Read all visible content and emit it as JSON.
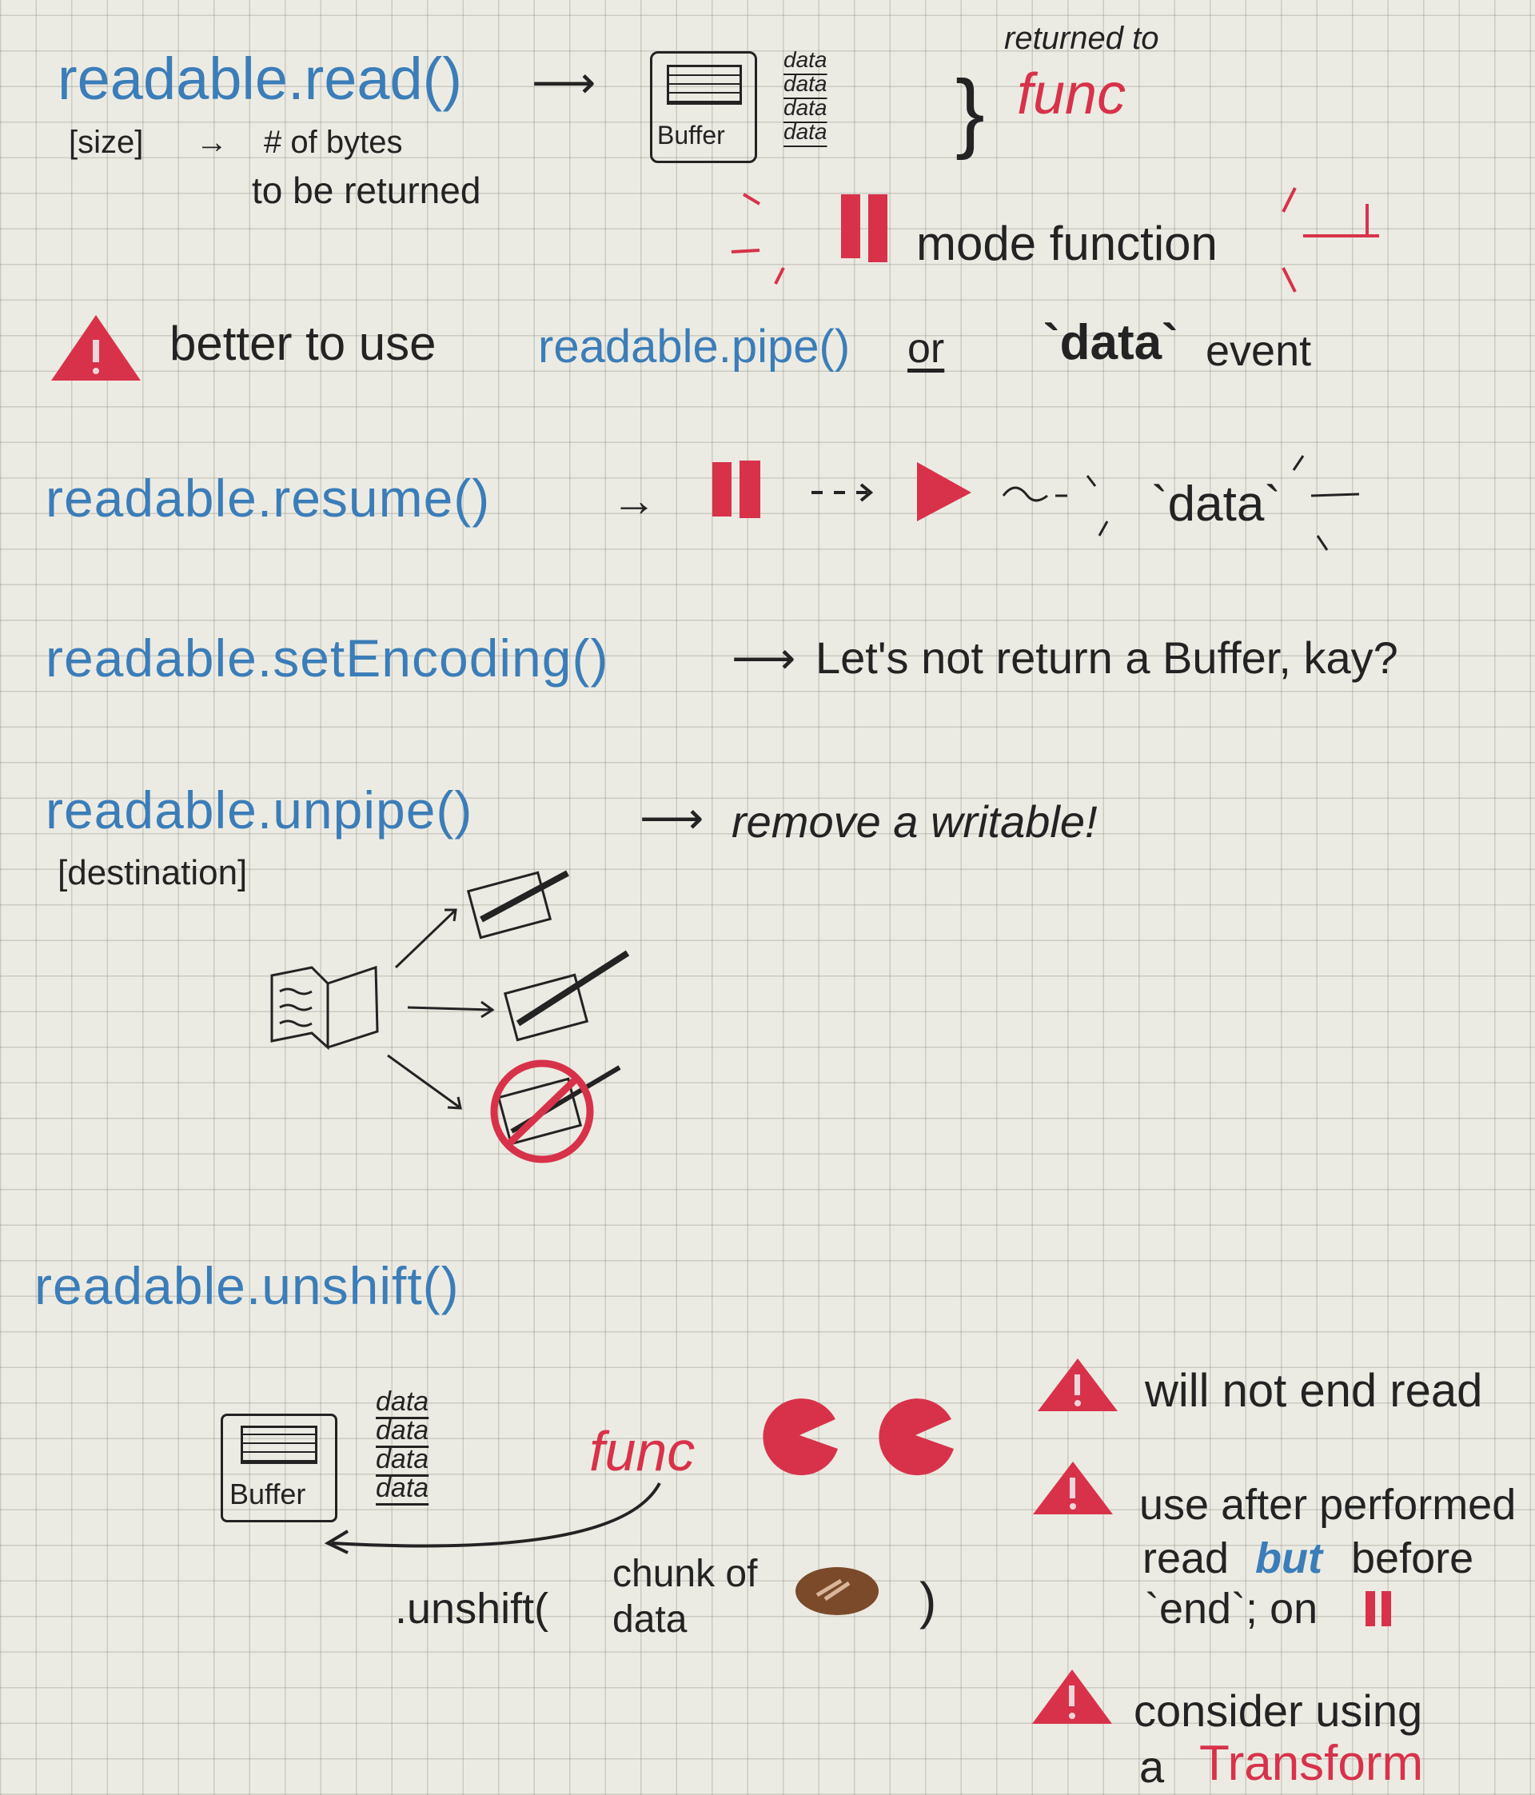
{
  "colors": {
    "method": "#3b7db8",
    "accent": "#d8324b",
    "ink": "#232323",
    "paper": "#ecebe3",
    "chunk": "#7a4a2a"
  },
  "read": {
    "method": "readable.read()",
    "param": "[size]",
    "param_desc_1": "# of bytes",
    "param_desc_2": "to be returned",
    "buffer_label": "Buffer",
    "data_items": [
      "data",
      "data",
      "data",
      "data"
    ],
    "returned_to": "returned to",
    "func": "func",
    "mode_note": "mode function",
    "mode_icon": "pause-icon"
  },
  "warning_pipe": {
    "icon": "warning-icon",
    "text": "better to use",
    "method": "readable.pipe()",
    "or": "or",
    "event_name": "`data`",
    "event": "event"
  },
  "resume": {
    "method": "readable.resume()",
    "icons": [
      "pause-icon",
      "play-icon"
    ],
    "emits": "`data`"
  },
  "setEncoding": {
    "method": "readable.setEncoding()",
    "note": "Let's not return a Buffer, kay?"
  },
  "unpipe": {
    "method": "readable.unpipe()",
    "param": "[destination]",
    "note": "remove a writable!"
  },
  "unshift": {
    "method": "readable.unshift()",
    "buffer_label": "Buffer",
    "data_items": [
      "data",
      "data",
      "data",
      "data"
    ],
    "func": "func",
    "call": ".unshift(",
    "chunk_1": "chunk of",
    "chunk_2": "data",
    "close": ")",
    "notes": [
      {
        "lines": [
          "will not end read"
        ]
      },
      {
        "lines": [
          "use after performed",
          "read",
          "but",
          "before",
          "`end`; on"
        ]
      },
      {
        "lines": [
          "consider using",
          "a",
          "Transform"
        ]
      }
    ]
  }
}
